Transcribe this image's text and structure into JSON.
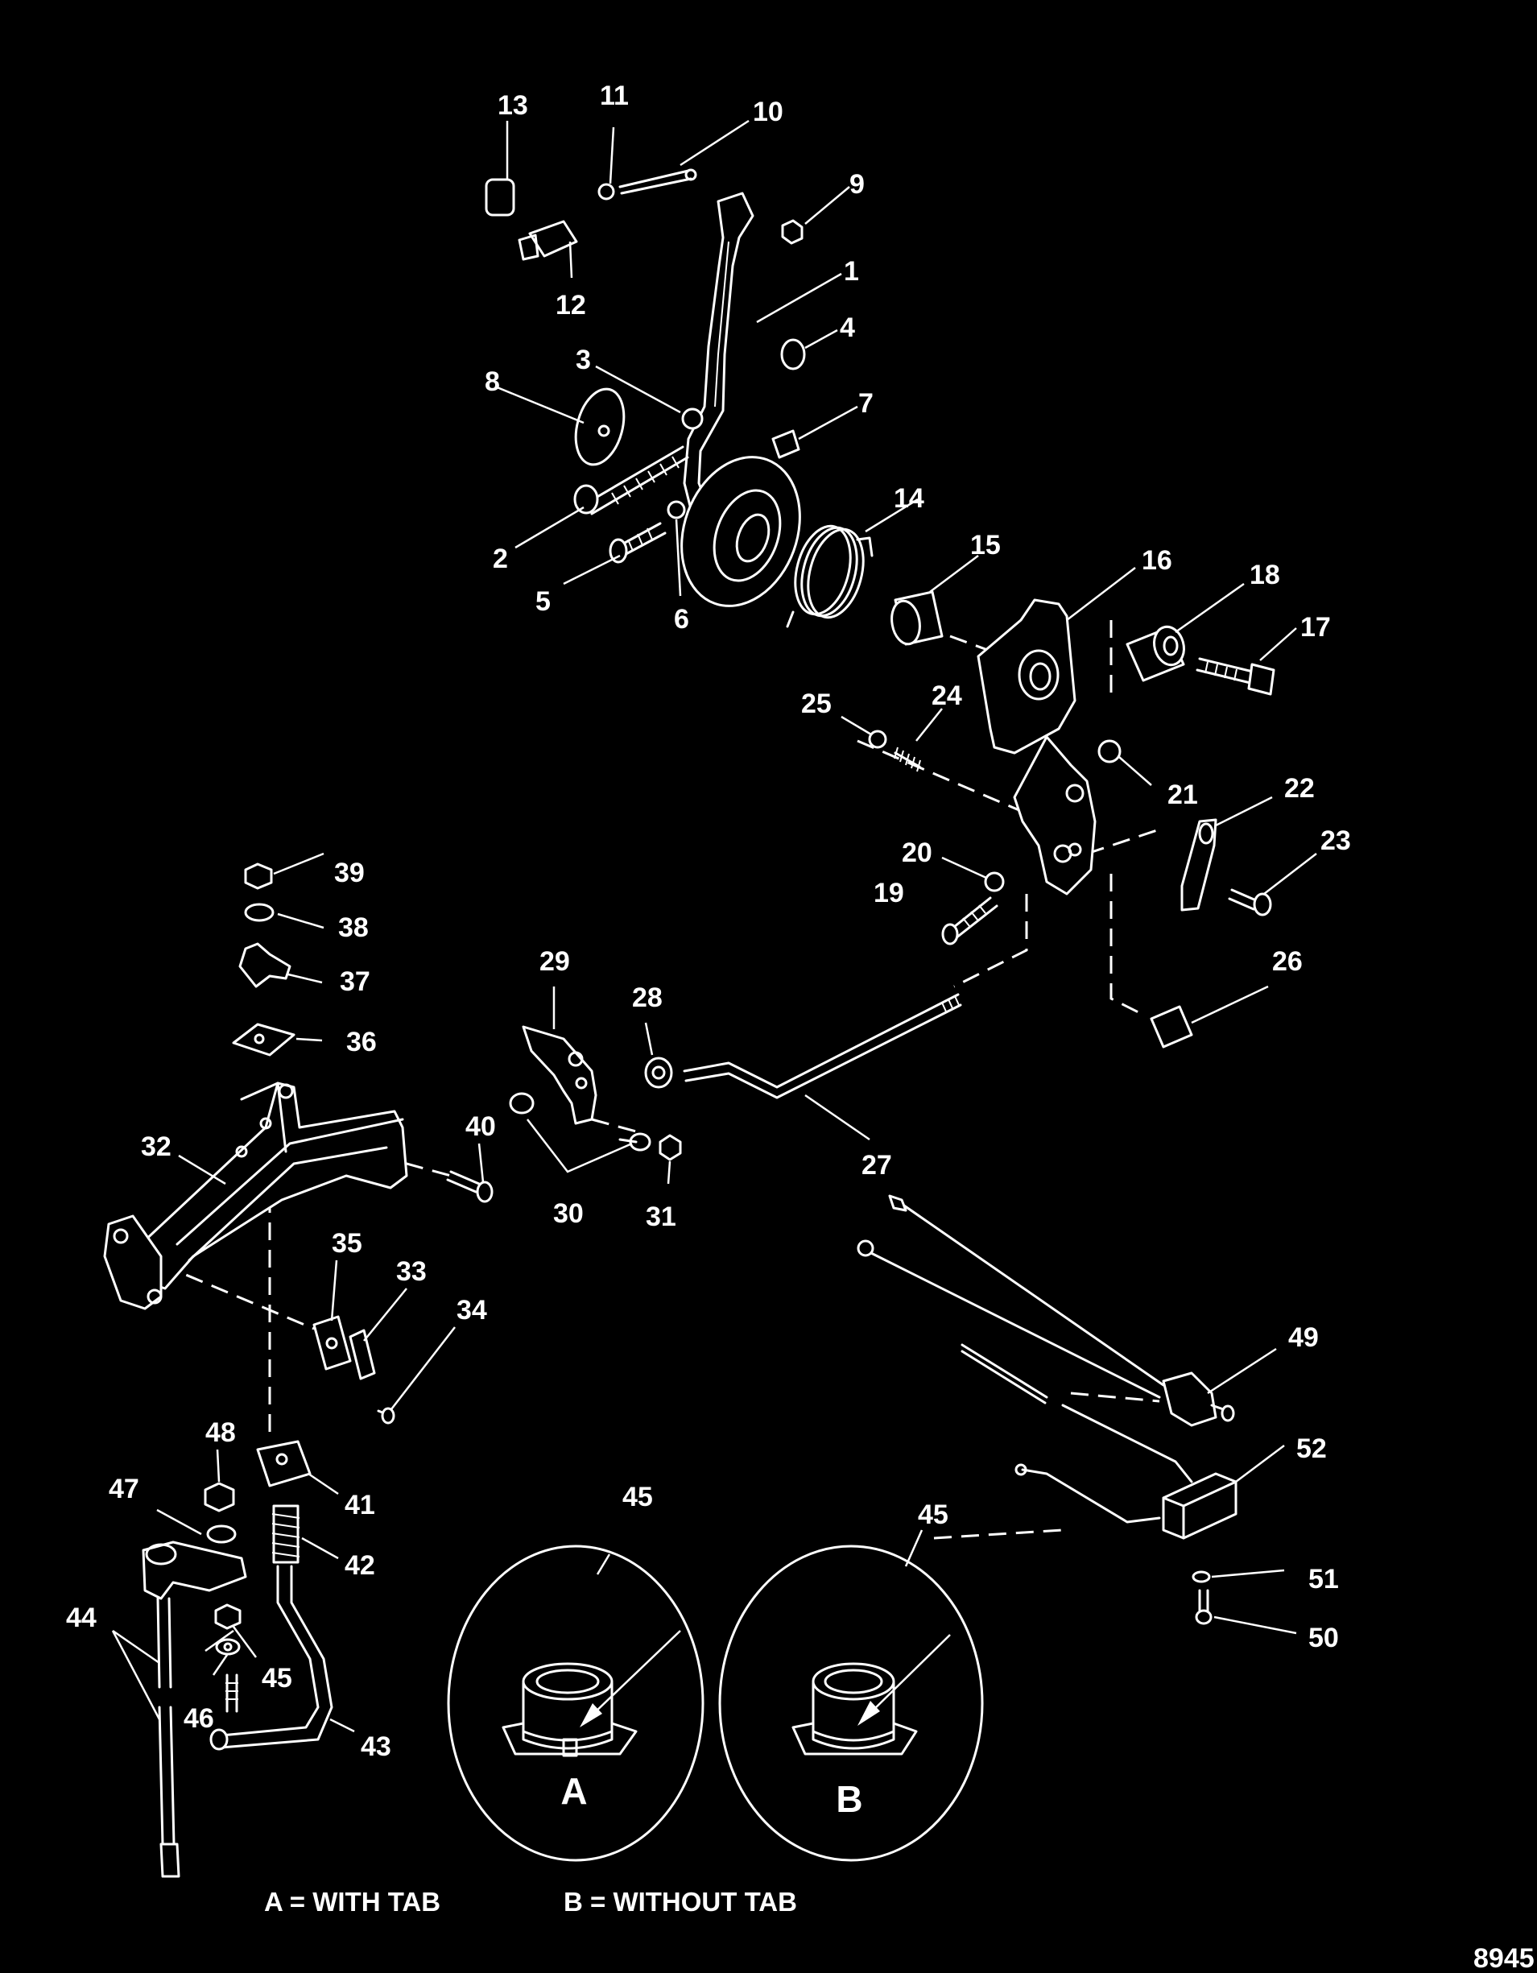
{
  "callouts": [
    "1",
    "2",
    "3",
    "4",
    "5",
    "6",
    "7",
    "8",
    "9",
    "10",
    "11",
    "12",
    "13",
    "14",
    "15",
    "16",
    "17",
    "18",
    "19",
    "20",
    "21",
    "22",
    "23",
    "24",
    "25",
    "26",
    "27",
    "28",
    "29",
    "30",
    "31",
    "32",
    "33",
    "34",
    "35",
    "36",
    "37",
    "38",
    "39",
    "40",
    "41",
    "42",
    "43",
    "44",
    "45",
    "46",
    "47",
    "48",
    "49",
    "50",
    "51",
    "52"
  ],
  "detail_a": {
    "callout": "45",
    "letter": "A"
  },
  "detail_b": {
    "callout": "45",
    "letter": "B"
  },
  "legend": {
    "a": "A = WITH TAB",
    "b": "B = WITHOUT TAB"
  },
  "figure_number": "8945"
}
